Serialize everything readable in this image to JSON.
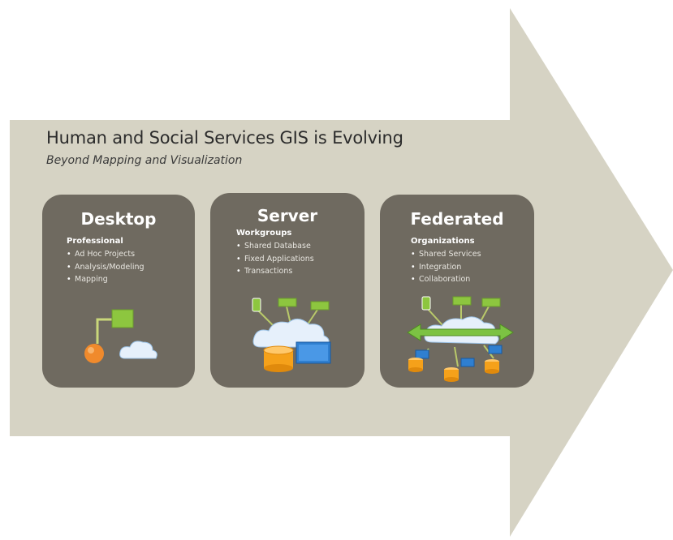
{
  "title": "Human and Social Services GIS is Evolving",
  "subtitle": "Beyond Mapping and Visualization",
  "cards": [
    {
      "heading": "Desktop",
      "subheading": "Professional",
      "items": [
        "Ad Hoc Projects",
        "Analysis/Modeling",
        "Mapping"
      ]
    },
    {
      "heading": "Server",
      "subheading": "Workgroups",
      "items": [
        "Shared Database",
        "Fixed Applications",
        "Transactions"
      ]
    },
    {
      "heading": "Federated",
      "subheading": "Organizations",
      "items": [
        "Shared Services",
        "Integration",
        "Collaboration"
      ]
    }
  ],
  "colors": {
    "arrow": "#d6d3c4",
    "card": "#6f6a60",
    "node_green": "#8dc63f",
    "database_orange": "#f5a11a",
    "screen_blue": "#2f7fd0",
    "cloud": "#e6f0fb"
  },
  "icons": [
    "desktop-workflow-icon",
    "server-cloud-icon",
    "federated-network-icon"
  ]
}
